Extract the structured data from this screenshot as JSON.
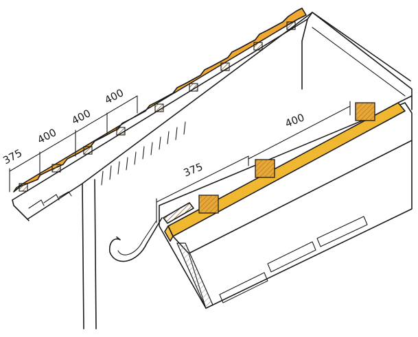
{
  "colors": {
    "tile": "#f0a830",
    "tile_dark": "#d98a1a",
    "batten": "#c98a28",
    "batten_hatch": "#7a4a10",
    "ink": "#1a1a1a",
    "wall_hatch": "#9a9a9a"
  },
  "overview": {
    "dimensions": [
      "375",
      "400",
      "400",
      "400"
    ]
  },
  "detail": {
    "dimensions": [
      "375",
      "400"
    ]
  }
}
